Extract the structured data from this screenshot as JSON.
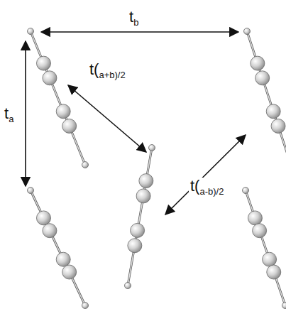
{
  "diagram": {
    "labels": [
      "tb",
      "ta",
      "t(a+b)/2",
      "t(a-b)/2"
    ]
  }
}
